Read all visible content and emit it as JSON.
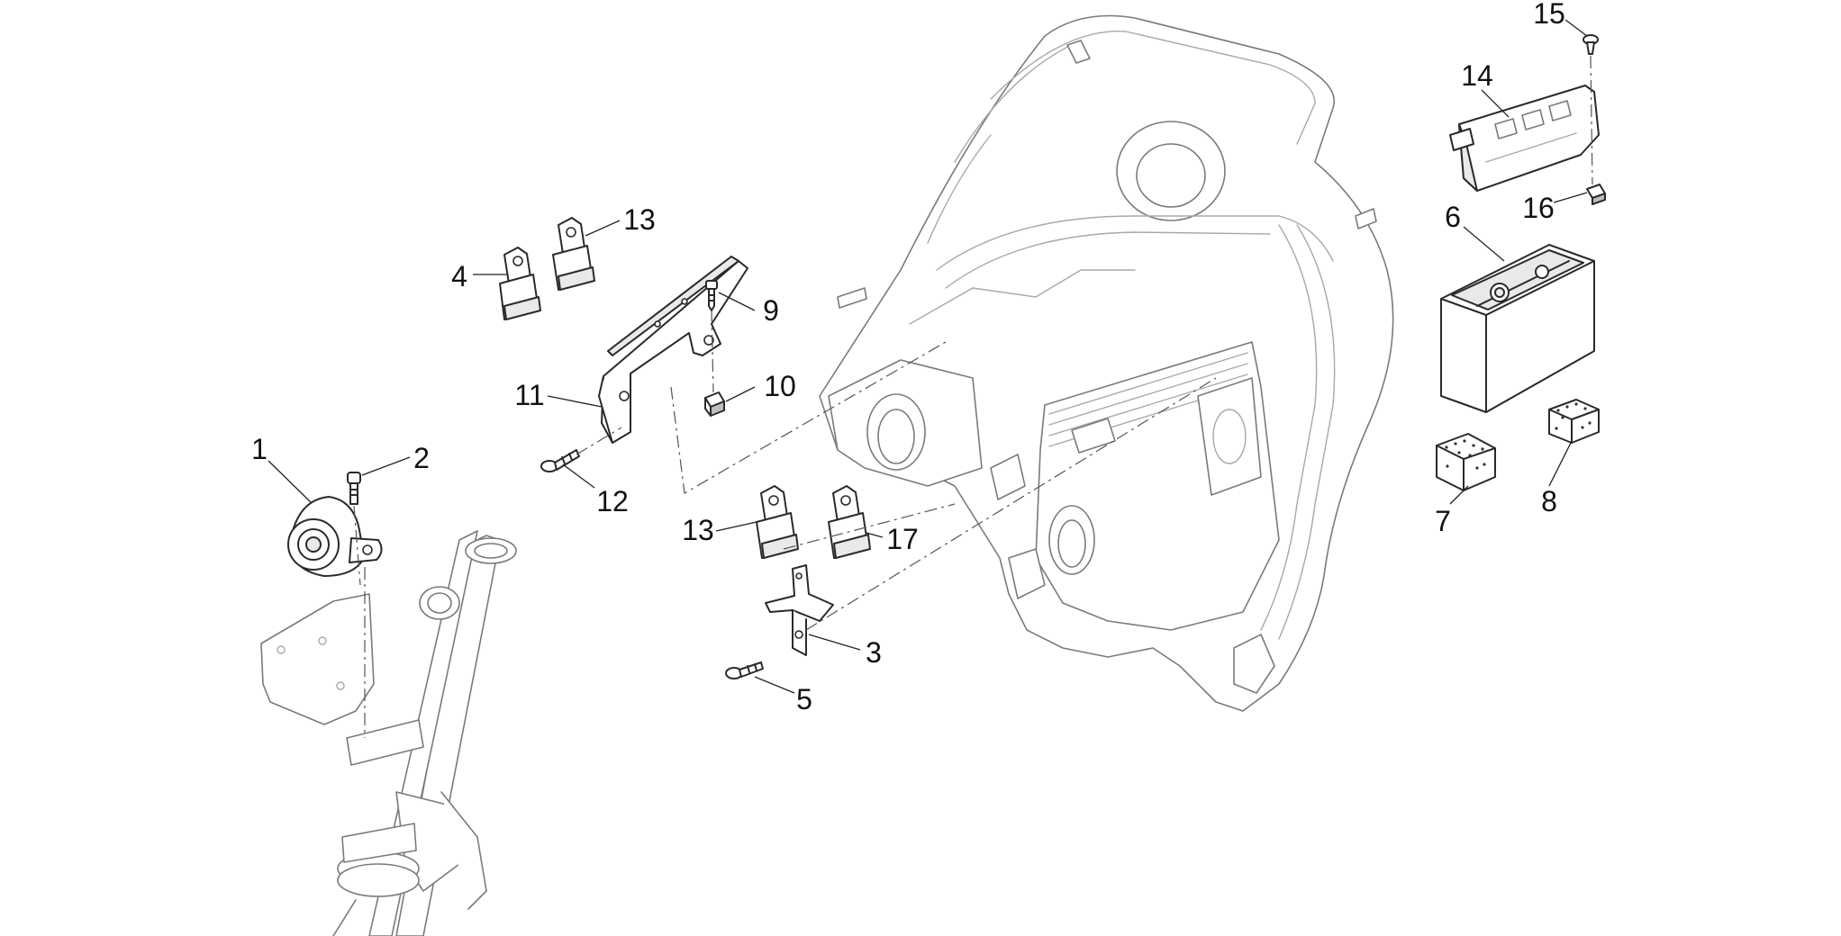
{
  "callouts": [
    {
      "label": "1"
    },
    {
      "label": "2"
    },
    {
      "label": "3"
    },
    {
      "label": "4"
    },
    {
      "label": "5"
    },
    {
      "label": "6"
    },
    {
      "label": "7"
    },
    {
      "label": "8"
    },
    {
      "label": "9"
    },
    {
      "label": "10"
    },
    {
      "label": "11"
    },
    {
      "label": "12"
    },
    {
      "label": "13"
    },
    {
      "label": "13"
    },
    {
      "label": "14"
    },
    {
      "label": "15"
    },
    {
      "label": "16"
    },
    {
      "label": "17"
    }
  ]
}
